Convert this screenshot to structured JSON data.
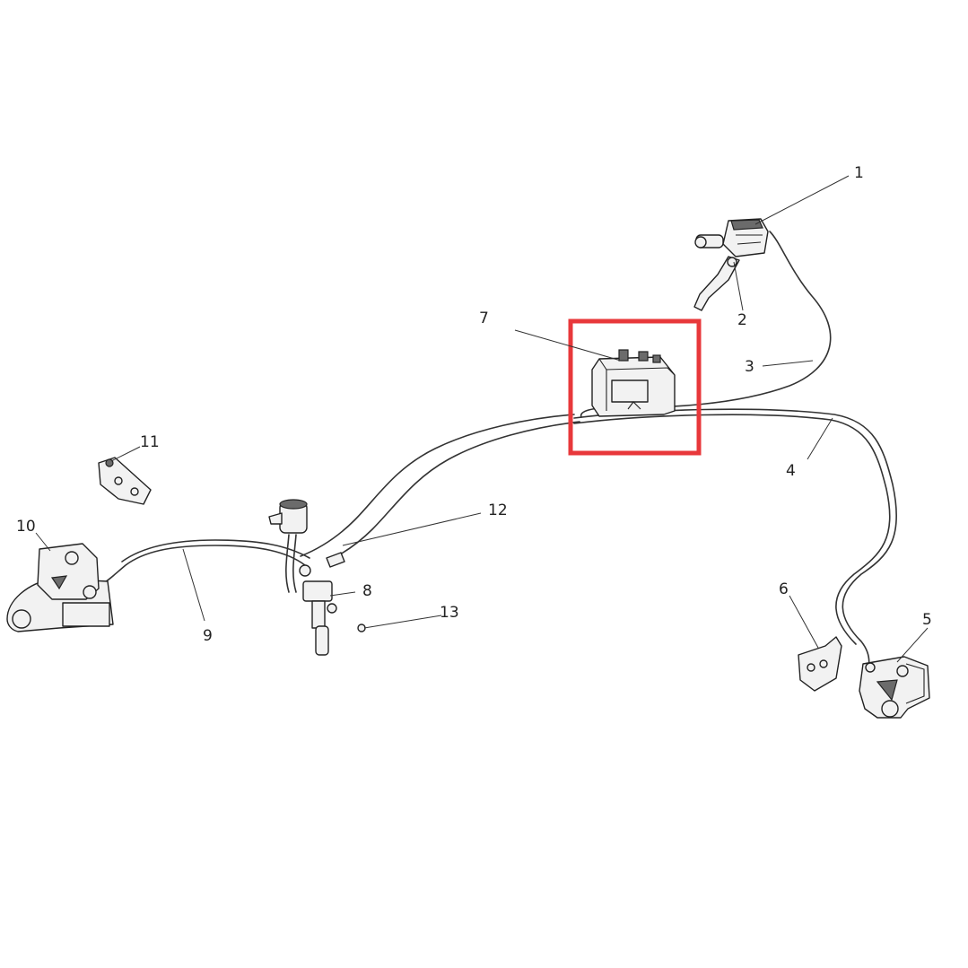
{
  "callouts": {
    "c1": "1",
    "c2": "2",
    "c3": "3",
    "c4": "4",
    "c5": "5",
    "c6": "6",
    "c7": "7",
    "c8": "8",
    "c9": "9",
    "c10": "10",
    "c11": "11",
    "c12": "12",
    "c13": "13"
  },
  "highlight_color": "#e8383b"
}
